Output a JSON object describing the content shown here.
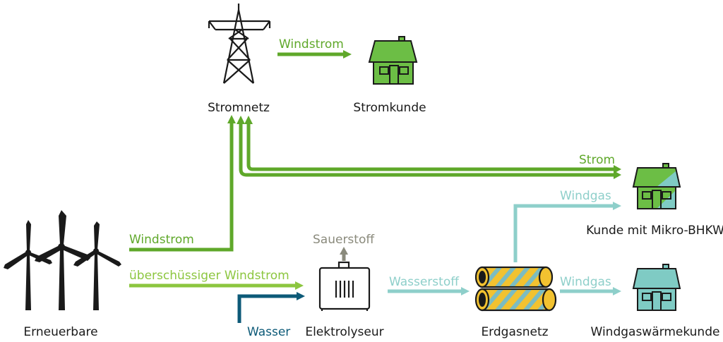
{
  "nodes": {
    "stromnetz": "Stromnetz",
    "stromkunde": "Stromkunde",
    "erneuerbare": "Erneuerbare",
    "elektrolyseur": "Elektrolyseur",
    "erdgasnetz": "Erdgasnetz",
    "mikro_bhkw": "Kunde mit Mikro-BHKW",
    "windgaswaerme": "Windgaswärmekunde"
  },
  "flows": {
    "windstrom_top": "Windstrom",
    "windstrom_left": "Windstrom",
    "ueberschuss": "überschüssiger Windstrom",
    "strom": "Strom",
    "windgas_upper": "Windgas",
    "windgas_lower": "Windgas",
    "wasserstoff": "Wasserstoff",
    "sauerstoff": "Sauerstoff",
    "wasser": "Wasser"
  },
  "colors": {
    "green_dark": "#5fa82a",
    "green_light": "#8cc63f",
    "teal": "#8ecfca",
    "navy": "#0d5a78",
    "grey": "#8a8a7c",
    "house_green": "#6cbe45",
    "house_teal": "#7fcbc4",
    "pipe_yellow": "#f2c230",
    "pipe_stripe": "#7bbcc2"
  }
}
